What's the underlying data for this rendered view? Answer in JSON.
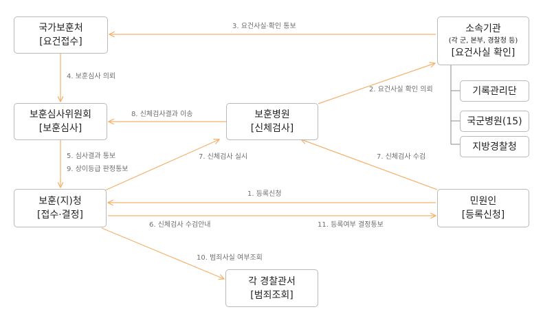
{
  "nodes": {
    "mpva": {
      "line1": "국가보훈처",
      "line2": "[요건접수]"
    },
    "affiliated": {
      "line1": "소속기관",
      "sub": "(각 군, 본부, 경찰청 등)",
      "line2": "[요건사실 확인]"
    },
    "records": {
      "line1": "기록관리단"
    },
    "military_hospital": {
      "line1": "국군병원(15)"
    },
    "local_police": {
      "line1": "지방경찰청"
    },
    "committee": {
      "line1": "보훈심사위원회",
      "line2": "[보훈심사]"
    },
    "hospital": {
      "line1": "보훈병원",
      "line2": "[신체검사]"
    },
    "branch": {
      "line1": "보훈(지)청",
      "line2": "[접수·결정]"
    },
    "applicant": {
      "line1": "민원인",
      "line2": "[등록신청]"
    },
    "police_station": {
      "line1": "각 경찰관서",
      "line2": "[범죄조회]"
    }
  },
  "steps": {
    "s1": "1. 등록신청",
    "s2": "2. 요건사실 확인 의뢰",
    "s3": "3. 요건사실·확인 통보",
    "s4": "4. 보훈심사 의뢰",
    "s5": "5. 심사결과 통보",
    "s6": "6. 신체검사 수검안내",
    "s7a": "7. 신체검사 실시",
    "s7b": "7. 신체검사 수검",
    "s8": "8. 신체검사결과 이송",
    "s9": "9. 상이등급 판정통보",
    "s10": "10. 범죄사실 여부조회",
    "s11": "11. 등록여부 결정통보"
  },
  "colors": {
    "arrow": "#f5b06b",
    "connector": "#8a8a8a",
    "border": "#b8b8b8",
    "label": "#6e6e6e"
  }
}
